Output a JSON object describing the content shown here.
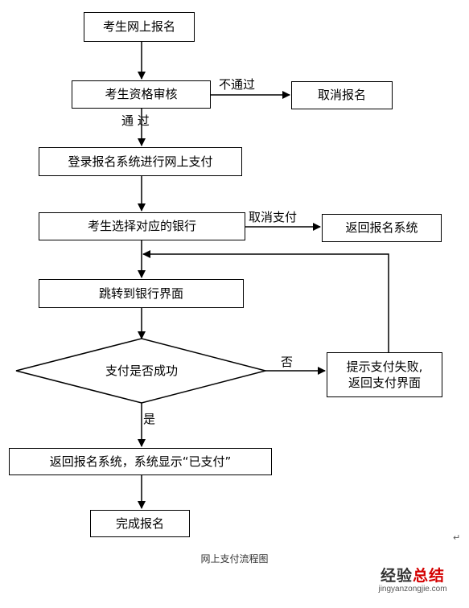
{
  "flowchart": {
    "nodes": {
      "start": "考生网上报名",
      "review": "考生资格审核",
      "cancel_registration": "取消报名",
      "login_pay": "登录报名系统进行网上支付",
      "choose_bank": "考生选择对应的银行",
      "return_system": "返回报名系统",
      "jump_bank": "跳转到银行界面",
      "decision": "支付是否成功",
      "fail_line1": "提示支付失败,",
      "fail_line2": "返回支付界面",
      "show_paid": "返回报名系统，系统显示“已支付”",
      "complete": "完成报名"
    },
    "edge_labels": {
      "not_pass": "不通过",
      "pass": "通 过",
      "cancel_pay": "取消支付",
      "no": "否",
      "yes": "是"
    }
  },
  "caption": "网上支付流程图",
  "paragraph_mark": "↵",
  "watermark": {
    "title_part1": "经验",
    "title_part2": "总结",
    "url": "jingyanzongjie.com"
  }
}
